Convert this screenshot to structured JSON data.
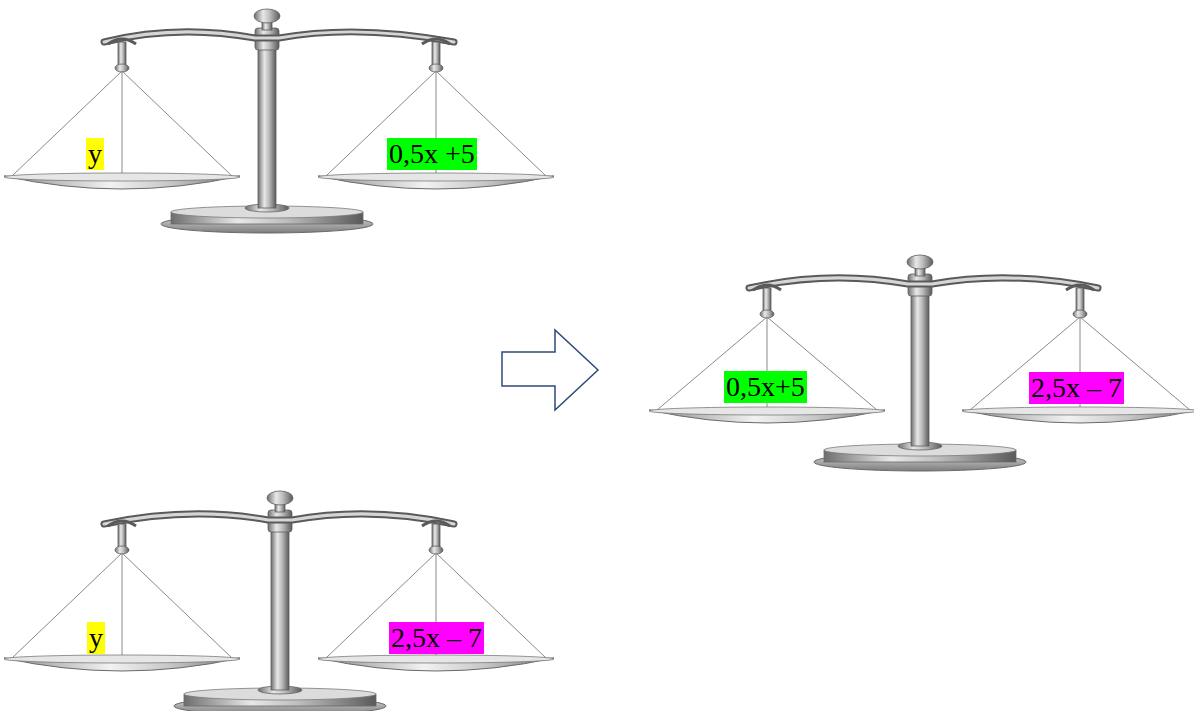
{
  "diagram": {
    "nodes": [
      {
        "text": [
          "y"
        ]
      },
      {
        "text": [
          "0,5x +5"
        ]
      },
      {
        "text": [
          "0,5x+5"
        ]
      },
      {
        "text": [
          "2,5x – 7"
        ]
      },
      {
        "text": [
          "y"
        ]
      },
      {
        "text": [
          "2,5x – 7"
        ]
      }
    ]
  }
}
